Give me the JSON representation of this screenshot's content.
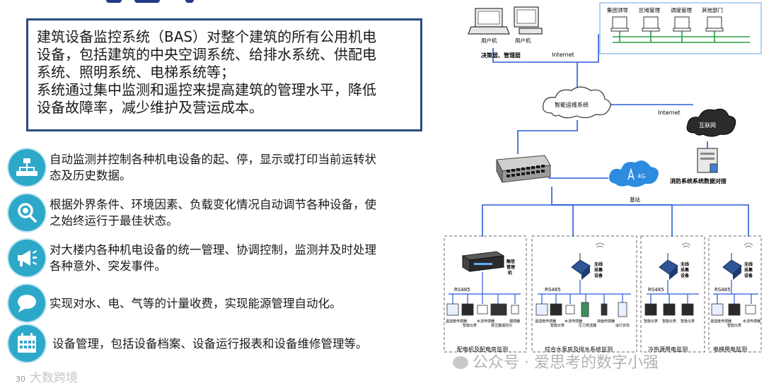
{
  "description": {
    "lines": [
      "建筑设备监控系统（BAS）对整个建筑的所有公用机电",
      "设备，包括建筑的中央空调系统、给排水系统、供配电",
      "系统、照明系统、电梯系统等；",
      "系统通过集中监测和遥控来提高建筑的管理水平，降低",
      "设备故障率，减少维护及营运成本。"
    ]
  },
  "features": [
    {
      "icon": "org-chart-icon",
      "lines": [
        "自动监测并控制各种机电设备的起、停，显示或打印当前运转状",
        "态及历史数据。"
      ]
    },
    {
      "icon": "magnifier-icon",
      "lines": [
        "根据外界条件、环境因素、负载变化情况自动调节各种设备，使",
        "之始终运行于最佳状态。"
      ]
    },
    {
      "icon": "megaphone-icon",
      "lines": [
        "对大楼内各种机电设备的统一管理、协调控制，监测并及时处理",
        "各种意外、突发事件。"
      ]
    },
    {
      "icon": "speech-bubble-icon",
      "lines": [
        "实现对水、电、气等的计量收费，实现能源管理自动化。"
      ]
    },
    {
      "icon": "calendar-icon",
      "lines": [
        "设备管理，包括设备档案、设备运行报表和设备维修管理等。"
      ]
    }
  ],
  "diagram": {
    "user_pc": "用户机",
    "decision_layer": "决策层、管理层",
    "internet": "Internet",
    "top_right_groups": [
      "集团领导",
      "区域管理",
      "调度管理",
      "其他部门"
    ],
    "cloud_ops": "智能运维系统",
    "internet_cloud": "互联网",
    "fire_link": "消防系统系统数据对接",
    "base_4g": "4G",
    "base_station": "基站",
    "rs485": "RS485",
    "gateway_label": [
      "融信",
      "管理",
      "机"
    ],
    "wireless_label": [
      "无线",
      "采集",
      "设备"
    ],
    "group_titles": [
      "配电机及配电房监测",
      "综合水泵房及排水系统监测",
      "冷热源用电监测",
      "电梯用电监测"
    ],
    "sensors_g1": [
      "温湿度传感器",
      "智能仪表",
      "水浸传感器",
      "变压器温控仪",
      "烟感器"
    ],
    "sensors_g2": [
      "温湿度传感器",
      "智能仪表",
      "水浸传感器",
      "压力变送器",
      "液面传感器",
      "运行状态"
    ],
    "sensors_g3": [
      "智能仪表",
      "智能仪表",
      "智能仪表"
    ],
    "sensors_g4": [
      "温湿度传感器",
      "智能仪表",
      "水浸传感器"
    ]
  },
  "watermarks": {
    "wechat": "公众号 · 爱思考的数字小强",
    "brand": "大数跨境",
    "page_no": "30"
  },
  "colors": {
    "accent": "#2b4a86",
    "icon_fill": "#2ea8c9",
    "network_line": "#2a5bd7",
    "bus_green": "#23a043"
  }
}
